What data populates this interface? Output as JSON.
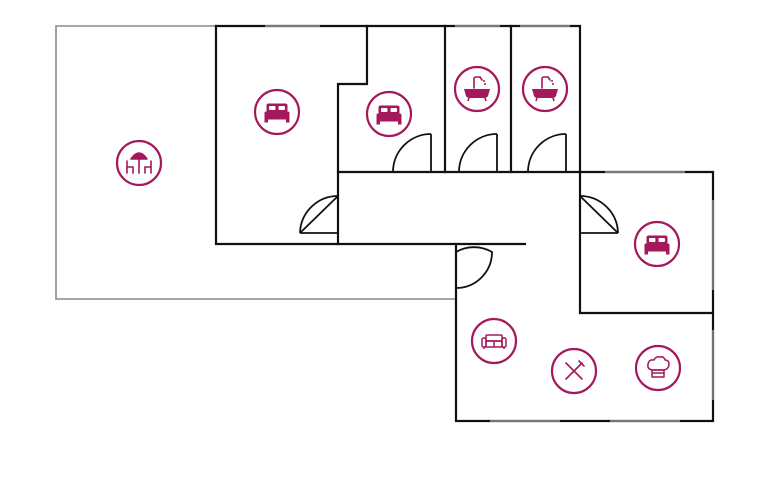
{
  "colors": {
    "icon_accent": "#a3195b",
    "wall": "#111111",
    "outdoor_wall": "#888888"
  },
  "rooms": [
    {
      "id": "terrace",
      "icon": "patio-umbrella-table-icon"
    },
    {
      "id": "bedroom-1",
      "icon": "bed-icon"
    },
    {
      "id": "bedroom-2",
      "icon": "bed-icon"
    },
    {
      "id": "bathroom-1",
      "icon": "bathtub-icon"
    },
    {
      "id": "bathroom-2",
      "icon": "bathtub-icon"
    },
    {
      "id": "bedroom-3",
      "icon": "bed-icon"
    },
    {
      "id": "living-room",
      "icon": "sofa-icon"
    },
    {
      "id": "dining",
      "icon": "fork-knife-icon"
    },
    {
      "id": "kitchen",
      "icon": "chef-hat-icon"
    }
  ]
}
